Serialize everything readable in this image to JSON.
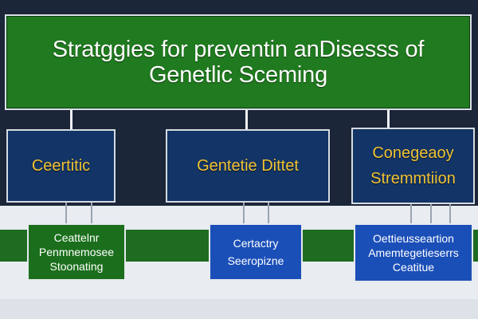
{
  "title": {
    "line1": "Stratggies for  preventin anDisesss of",
    "line2": "Genetlic Sceming"
  },
  "level2": [
    {
      "lines": [
        "Ceertitic"
      ]
    },
    {
      "lines": [
        "Gentetie Dittet"
      ]
    },
    {
      "lines": [
        "Conegeaoy",
        "Stremmtiion"
      ]
    }
  ],
  "level3": [
    {
      "lines": [
        "Ceattelnr",
        "Penmnemosee",
        "Stoonating"
      ]
    },
    {
      "lines": [
        "Certactry",
        "Seeropizne"
      ]
    },
    {
      "lines": [
        "Oettieusseartion",
        "Amemtegetieserrs",
        "Ceatitue"
      ]
    }
  ],
  "colors": {
    "title_bg": "#207a1f",
    "mid_bg": "#123466",
    "mid_text": "#f0c233",
    "bottom_green": "#1b6f1c",
    "bottom_blue": "#1b4fb8"
  }
}
